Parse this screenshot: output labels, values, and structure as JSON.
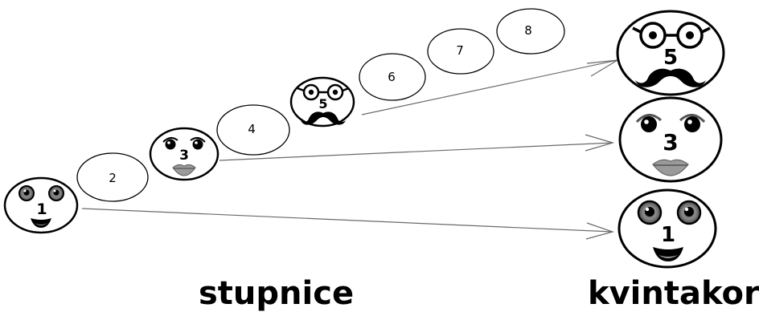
{
  "labels": {
    "scale": "stupnice",
    "chord": "kvintakord"
  },
  "scale_degrees": [
    "1",
    "2",
    "3",
    "4",
    "5",
    "6",
    "7",
    "8"
  ],
  "chord_tones": [
    "5",
    "3",
    "1"
  ],
  "colors": {
    "outline": "#000000",
    "face_fill": "#ffffff",
    "eye_iris": "#7a7a7a",
    "lips": "#9a9a9a",
    "arrow": "#6a6a6a"
  }
}
